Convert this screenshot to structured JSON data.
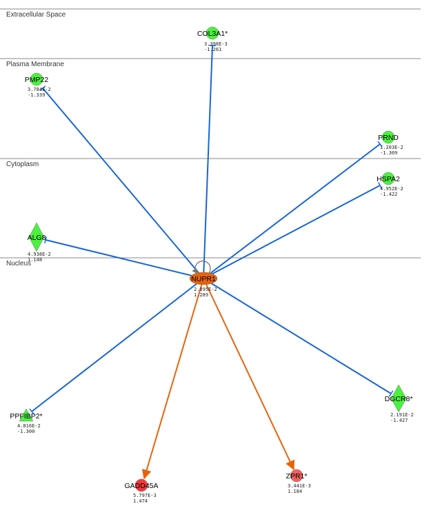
{
  "compartments": [
    {
      "id": "extracellular",
      "label": "Extracellular Space"
    },
    {
      "id": "plasma-membrane",
      "label": "Plasma Membrane"
    },
    {
      "id": "cytoplasm",
      "label": "Cytoplasm"
    },
    {
      "id": "nucleus",
      "label": "Nucleus"
    }
  ],
  "colors": {
    "down": "#4cf040",
    "up_strong": "#f03a3a",
    "up_mid": "#f06060",
    "hub": "#e8620a",
    "inhibit_edge": "#1565d8",
    "activate_edge": "#e8620a",
    "divider": "#888888"
  },
  "nodes": [
    {
      "id": "COL3A1",
      "label": "COL3A1*",
      "pvalue": "3.398E-3",
      "fold": "-1.261",
      "shape": "circle",
      "regulation": "down"
    },
    {
      "id": "PMP22",
      "label": "PMP22",
      "pvalue": "3.784E-2",
      "fold": "-1.339",
      "shape": "circle",
      "regulation": "down"
    },
    {
      "id": "PRND",
      "label": "PRND",
      "pvalue": "1.203E-2",
      "fold": "-1.309",
      "shape": "circle",
      "regulation": "down"
    },
    {
      "id": "HSPA2",
      "label": "HSPA2",
      "pvalue": "4.952E-2",
      "fold": "-1.422",
      "shape": "circle",
      "regulation": "down"
    },
    {
      "id": "ALG8",
      "label": "ALG8",
      "pvalue": "4.938E-2",
      "fold": "1.148",
      "shape": "diamond",
      "regulation": "down"
    },
    {
      "id": "NUPR1",
      "label": "NUPR1",
      "pvalue": "2.895E-2",
      "fold": "1.289",
      "shape": "ellipse",
      "regulation": "hub"
    },
    {
      "id": "PPFIBP2",
      "label": "PPFIBP2*",
      "pvalue": "4.816E-2",
      "fold": "-1.300",
      "shape": "triangle",
      "regulation": "down"
    },
    {
      "id": "DGCR8",
      "label": "DGCR8*",
      "pvalue": "2.191E-2",
      "fold": "-1.427",
      "shape": "diamond",
      "regulation": "down"
    },
    {
      "id": "GADD45A",
      "label": "GADD45A",
      "pvalue": "5.797E-3",
      "fold": "1.474",
      "shape": "circle",
      "regulation": "up_strong"
    },
    {
      "id": "ZPR1",
      "label": "ZPR1*",
      "pvalue": "3.441E-3",
      "fold": "1.184",
      "shape": "circle",
      "regulation": "up_mid"
    }
  ],
  "edges": [
    {
      "from": "NUPR1",
      "to": "COL3A1",
      "type": "inhibit"
    },
    {
      "from": "NUPR1",
      "to": "PMP22",
      "type": "inhibit"
    },
    {
      "from": "NUPR1",
      "to": "PRND",
      "type": "inhibit"
    },
    {
      "from": "NUPR1",
      "to": "HSPA2",
      "type": "inhibit"
    },
    {
      "from": "NUPR1",
      "to": "ALG8",
      "type": "inhibit"
    },
    {
      "from": "NUPR1",
      "to": "PPFIBP2",
      "type": "inhibit"
    },
    {
      "from": "NUPR1",
      "to": "DGCR8",
      "type": "inhibit"
    },
    {
      "from": "NUPR1",
      "to": "GADD45A",
      "type": "activate"
    },
    {
      "from": "NUPR1",
      "to": "ZPR1",
      "type": "activate"
    },
    {
      "from": "NUPR1",
      "to": "NUPR1",
      "type": "self"
    }
  ]
}
